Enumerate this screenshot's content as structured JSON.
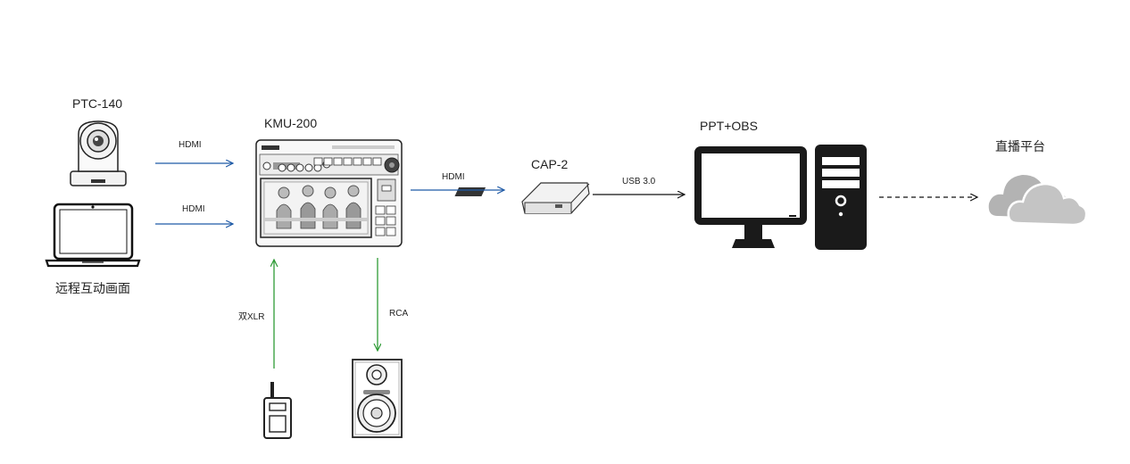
{
  "devices": {
    "camera": {
      "name": "PTC-140",
      "icon": "ptz-camera-icon"
    },
    "laptop": {
      "caption": "远程互动画面",
      "icon": "laptop-icon"
    },
    "switcher": {
      "name": "KMU-200",
      "icon": "video-switcher-icon"
    },
    "capture": {
      "name": "CAP-2",
      "icon": "capture-box-icon"
    },
    "pc": {
      "name": "PPT+OBS",
      "icon": "desktop-computer-icon"
    },
    "cloud": {
      "name": "直播平台",
      "icon": "cloud-icon"
    },
    "mic": {
      "icon": "wireless-mic-icon"
    },
    "speaker": {
      "icon": "speaker-icon"
    }
  },
  "links": {
    "camera_to_switcher": "HDMI",
    "laptop_to_switcher": "HDMI",
    "switcher_to_capture": "HDMI",
    "capture_to_pc": "USB 3.0",
    "mic_to_switcher": "双XLR",
    "switcher_to_speaker": "RCA"
  },
  "colors": {
    "hdmi_line": "#1f5aa6",
    "audio_line": "#2e9a35",
    "black_line": "#111111",
    "cloud": "#b3b3b3"
  }
}
